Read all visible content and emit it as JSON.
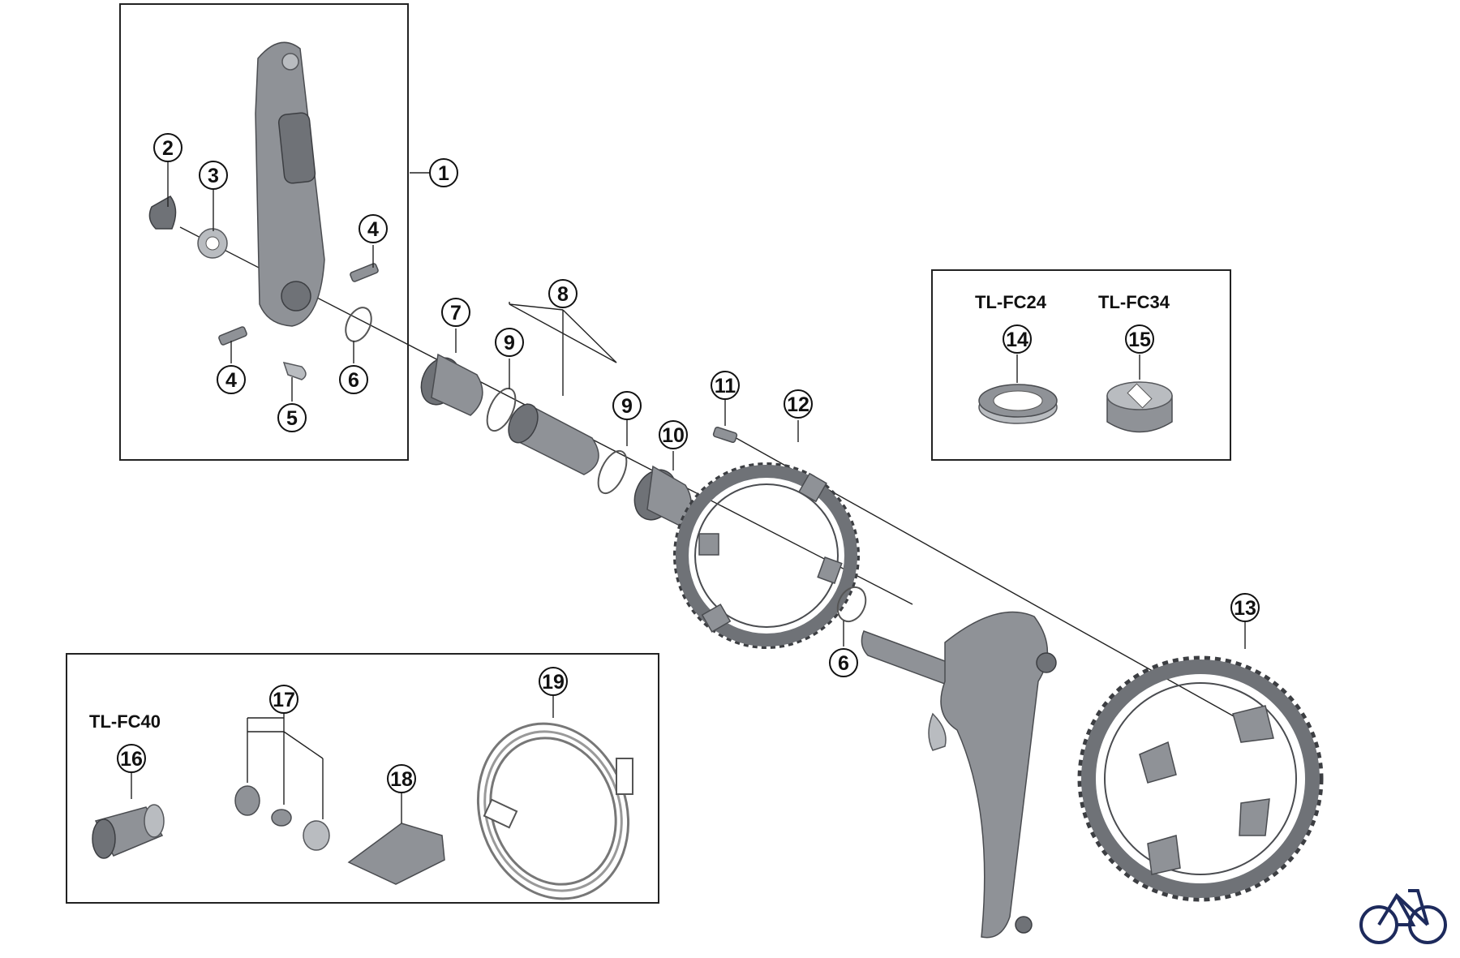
{
  "callouts": {
    "c1": "1",
    "c2": "2",
    "c3": "3",
    "c4a": "4",
    "c4b": "4",
    "c5": "5",
    "c6a": "6",
    "c6b": "6",
    "c7": "7",
    "c8": "8",
    "c9a": "9",
    "c9b": "9",
    "c10": "10",
    "c11": "11",
    "c12": "12",
    "c13": "13",
    "c14": "14",
    "c15": "15",
    "c16": "16",
    "c17": "17",
    "c18": "18",
    "c19": "19"
  },
  "tools": {
    "tl_fc24": "TL-FC24",
    "tl_fc34": "TL-FC34",
    "tl_fc40": "TL-FC40"
  },
  "logo": {
    "icon": "bicycle-icon"
  }
}
